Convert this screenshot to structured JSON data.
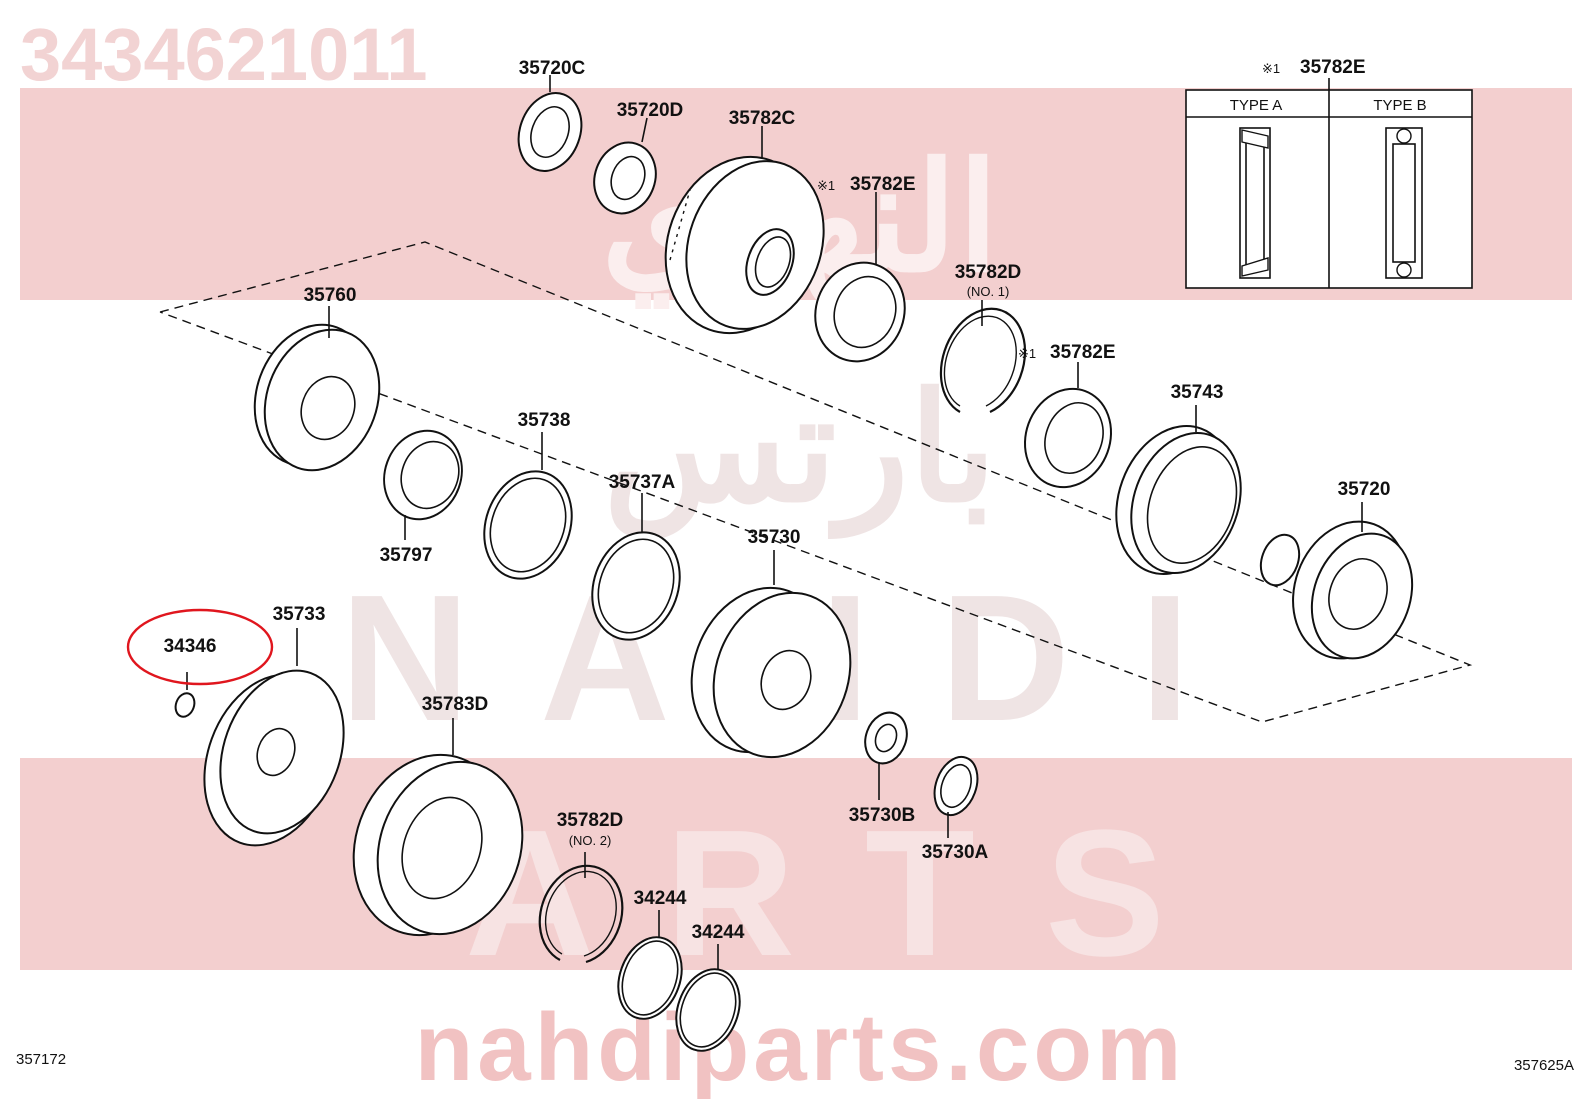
{
  "header": {
    "part_number": "3434621011"
  },
  "watermark": {
    "arabic": "النهدي",
    "arabic_sub": "بارتس",
    "line1": "NAHDI",
    "line2": "ARTS",
    "url": "nahdiparts.com"
  },
  "inset": {
    "mark": "※1",
    "part": "35782E",
    "type_a": "TYPE A",
    "type_b": "TYPE B"
  },
  "labels": [
    {
      "id": "35720C",
      "text": "35720C"
    },
    {
      "id": "35720D",
      "text": "35720D"
    },
    {
      "id": "35782C",
      "text": "35782C"
    },
    {
      "id": "35782E-1",
      "text": "35782E",
      "mark": "※1"
    },
    {
      "id": "35760",
      "text": "35760"
    },
    {
      "id": "35782D-1",
      "text": "35782D",
      "sub": "(NO. 1)"
    },
    {
      "id": "35782E-2",
      "text": "35782E",
      "mark": "※1"
    },
    {
      "id": "35738",
      "text": "35738"
    },
    {
      "id": "35743",
      "text": "35743"
    },
    {
      "id": "35737A",
      "text": "35737A"
    },
    {
      "id": "35797",
      "text": "35797"
    },
    {
      "id": "35720",
      "text": "35720"
    },
    {
      "id": "35730",
      "text": "35730"
    },
    {
      "id": "35733",
      "text": "35733"
    },
    {
      "id": "34346",
      "text": "34346",
      "highlighted": true
    },
    {
      "id": "35783D",
      "text": "35783D"
    },
    {
      "id": "35730B",
      "text": "35730B"
    },
    {
      "id": "35730A",
      "text": "35730A"
    },
    {
      "id": "35782D-2",
      "text": "35782D",
      "sub": "(NO. 2)"
    },
    {
      "id": "34244-1",
      "text": "34244"
    },
    {
      "id": "34244-2",
      "text": "34244"
    }
  ],
  "footer": {
    "left_code": "357172",
    "right_code": "357625A"
  },
  "colors": {
    "highlight": "#e0161e",
    "watermark_band": "#f3cfcf",
    "ink": "#111111"
  }
}
